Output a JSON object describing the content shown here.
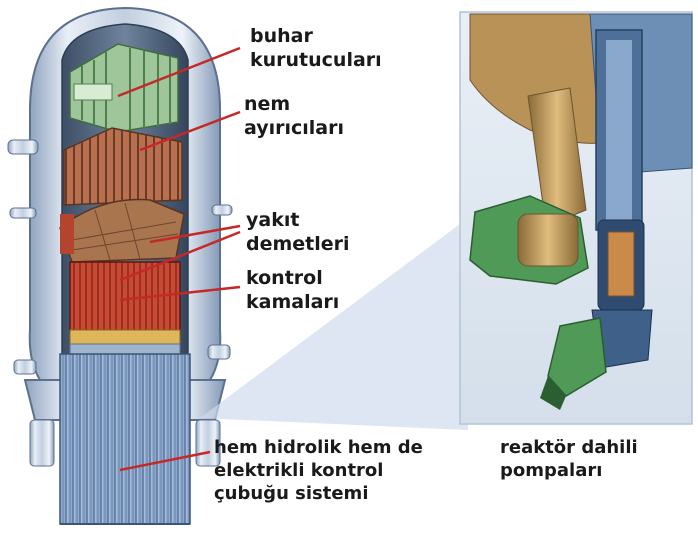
{
  "labels": {
    "steam_dryers": [
      "buhar",
      "kurutucuları"
    ],
    "moisture_separators": [
      "nem",
      "ayırıcıları"
    ],
    "fuel_bundles": [
      "yakıt",
      "demetleri"
    ],
    "control_blades": [
      "kontrol",
      "kamaları"
    ],
    "control_rod_system": [
      "hem hidrolik hem de",
      "elektrikli kontrol",
      "çubuğu sistemi"
    ],
    "internal_pumps": [
      "reaktör dahili",
      "pompaları"
    ]
  },
  "colors": {
    "vessel": "#c7d3e2",
    "steam_dryer": "#9fc59a",
    "separator": "#b86a4e",
    "fuel": "#c0392b",
    "pump_bronze": "#b58a4a",
    "pump_green": "#4f9a56",
    "leader_line": "#c62828",
    "inset_bg": "#dfe8f2"
  }
}
